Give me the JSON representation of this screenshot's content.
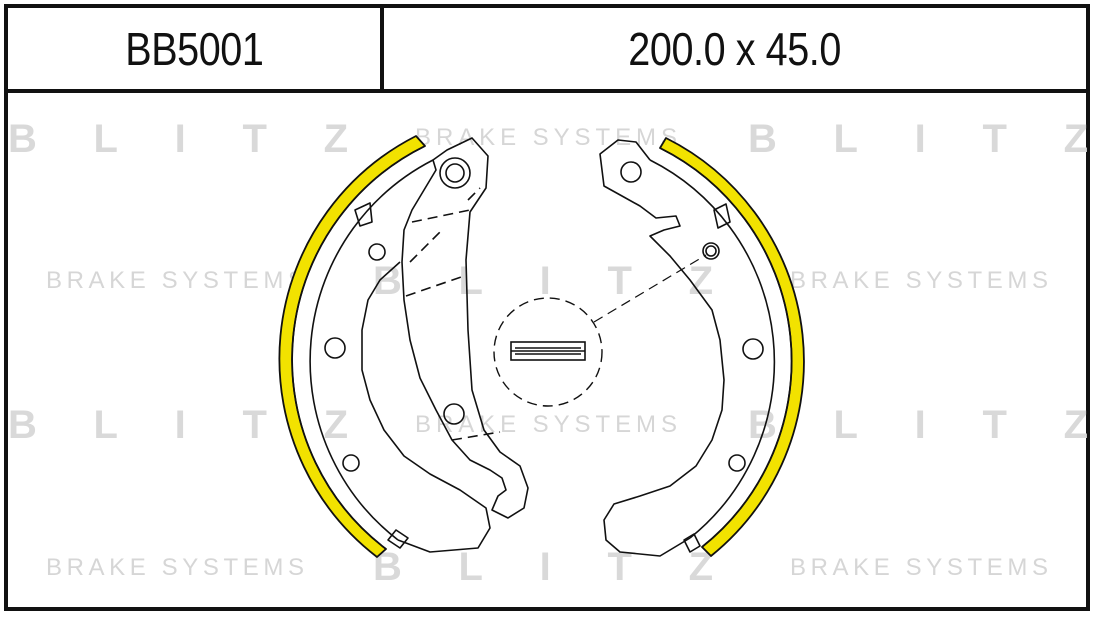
{
  "header": {
    "part_code": "BB5001",
    "dimensions": "200.0 x 45.0"
  },
  "watermark": {
    "brand": "BLITZ",
    "tagline": "BRAKE SYSTEMS"
  },
  "colors": {
    "lining": "#f2e200",
    "outline": "#111111",
    "watermark": "#d9d9d9"
  }
}
